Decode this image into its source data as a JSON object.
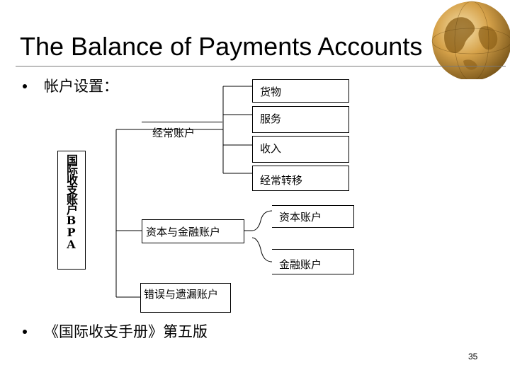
{
  "slide": {
    "title": "The Balance of Payments Accounts",
    "bullets": [
      {
        "text": "帐户设置："
      },
      {
        "text": "《国际收支手册》第五版"
      }
    ],
    "page_number": "35"
  },
  "diagram": {
    "root": "国际收支账户BPA",
    "current_account": {
      "label": "经常账户",
      "children": [
        "货物",
        "服务",
        "收入",
        "经常转移"
      ]
    },
    "capital_financial_account": {
      "label": "资本与金融账户",
      "children": [
        "资本账户",
        "金融账户"
      ]
    },
    "errors_omissions": {
      "label": "错误与遗漏账户"
    }
  },
  "colors": {
    "rule": "#7a7a7a",
    "globe_dark": "#6b4a12",
    "globe_light": "#e9c77a"
  }
}
